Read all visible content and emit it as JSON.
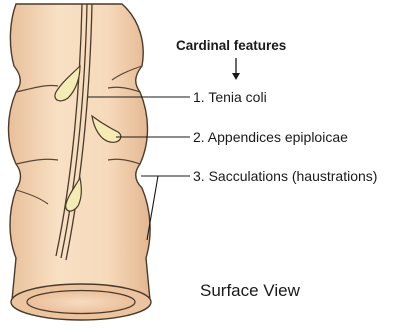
{
  "diagram": {
    "heading": "Cardinal features",
    "caption": "Surface View",
    "features": [
      {
        "label": "1. Tenia coli"
      },
      {
        "label": "2. Appendices epiploicae"
      },
      {
        "label": "3. Sacculations (haustrations)"
      }
    ],
    "colors": {
      "tissue_fill": "#f5d8b8",
      "tissue_stroke": "#4a3a2a",
      "appendix_fill": "#f4ecb4",
      "lumen_fill": "#f2cfae",
      "leader_line": "#1a1a1a"
    }
  }
}
